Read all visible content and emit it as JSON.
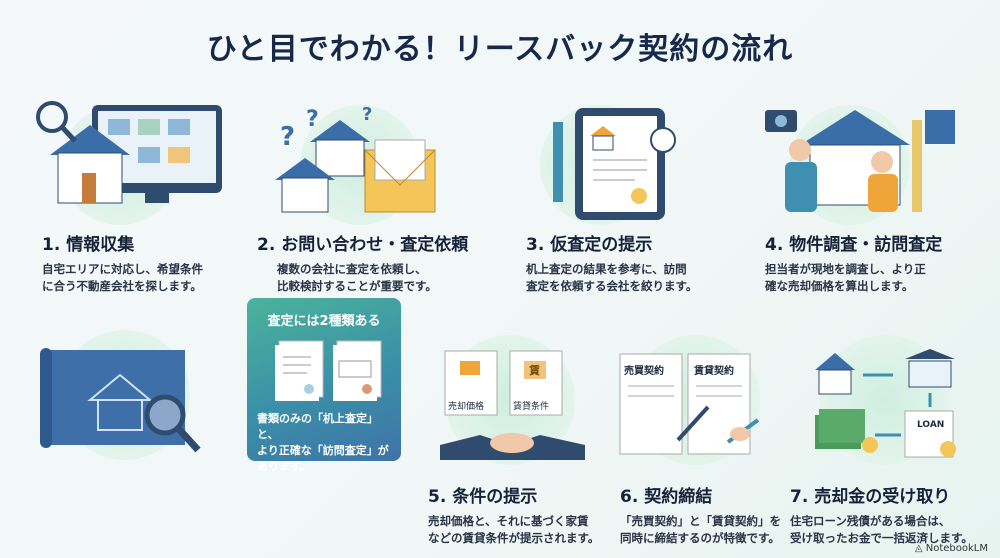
{
  "title": "ひと目でわかる！リースバック契約の流れ",
  "steps": [
    {
      "heading": "1. 情報収集",
      "lines": [
        "自宅エリアに対応し、希望条件",
        "に合う不動産会社を探します。"
      ]
    },
    {
      "heading": "2. お問い合わせ・査定依頼",
      "lines": [
        "複数の会社に査定を依頼し、",
        "比較検討することが重要です。"
      ]
    },
    {
      "heading": "3. 仮査定の提示",
      "lines": [
        "机上査定の結果を参考に、訪問",
        "査定を依頼する会社を絞ります。"
      ]
    },
    {
      "heading": "4. 物件調査・訪問査定",
      "lines": [
        "担当者が現地を調査し、より正",
        "確な売却価格を算出します。"
      ]
    },
    {
      "heading": "5. 条件の提示",
      "lines": [
        "売却価格と、それに基づく家賃",
        "などの賃貸条件が提示されます。"
      ]
    },
    {
      "heading": "6. 契約締結",
      "lines": [
        "「売買契約」と「賃貸契約」を",
        "同時に締結するのが特徴です。"
      ]
    },
    {
      "heading": "7. 売却金の受け取り",
      "lines": [
        "住宅ローン残債がある場合は、",
        "受け取ったお金で一括返済します。"
      ]
    }
  ],
  "note_box": {
    "title": "査定には2種類ある",
    "lines": [
      "書類のみの「机上査定」と、",
      "より正確な「訪問査定」が",
      "あります。"
    ]
  },
  "labels": {
    "price": "売却価格",
    "rent_terms": "賃貸条件",
    "rent_sign": "賃",
    "sale_contract": "売買契約",
    "lease_contract": "賃貸契約",
    "loan": "LOAN"
  },
  "brand": "NotebookLM",
  "colors": {
    "title": "#16294a",
    "accent": "#3f8fb0",
    "box": "#3a8fa8"
  }
}
